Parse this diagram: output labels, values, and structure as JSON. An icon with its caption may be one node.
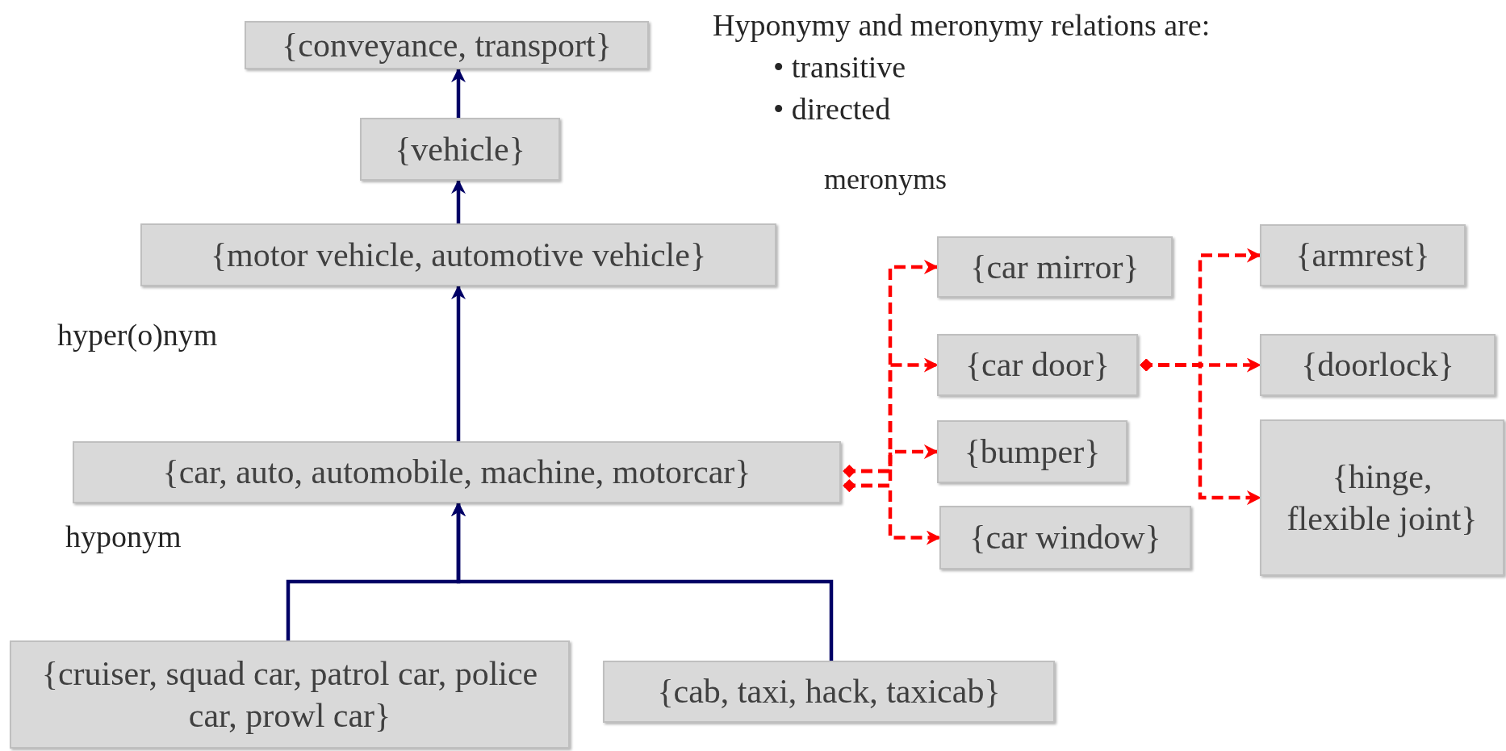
{
  "diagram": {
    "nodes": [
      {
        "text": [
          "{conveyance, transport}"
        ]
      },
      {
        "text": [
          "{vehicle}"
        ]
      },
      {
        "text": [
          "{motor vehicle, automotive vehicle}"
        ]
      },
      {
        "text": [
          "{car, auto, automobile, machine, motorcar}"
        ]
      },
      {
        "text": [
          "{cruiser, squad car, patrol car, police car, prowl car}"
        ]
      },
      {
        "text": [
          "{cab, taxi, hack, taxicab}"
        ]
      },
      {
        "text": [
          "{car mirror}"
        ]
      },
      {
        "text": [
          "{car door}"
        ]
      },
      {
        "text": [
          "{bumper}"
        ]
      },
      {
        "text": [
          "{car window}"
        ]
      },
      {
        "text": [
          "{armrest}"
        ]
      },
      {
        "text": [
          "{doorlock}"
        ]
      },
      {
        "text": [
          "{hinge, flexible joint}"
        ]
      }
    ],
    "edges": [
      {
        "from": 1,
        "to": 0,
        "arrow": "to",
        "color": "#000066"
      },
      {
        "from": 2,
        "to": 1,
        "arrow": "to",
        "color": "#000066"
      },
      {
        "from": 3,
        "to": 2,
        "arrow": "to",
        "color": "#000066"
      },
      {
        "from": 4,
        "to": 3,
        "arrow": "to",
        "color": "#000066"
      },
      {
        "from": 5,
        "to": 3,
        "arrow": "to",
        "color": "#000066"
      },
      {
        "from": 3,
        "to": 6,
        "arrow": "to",
        "style": "dashed"
      },
      {
        "from": 3,
        "to": 7,
        "arrow": "to",
        "style": "dashed"
      },
      {
        "from": 3,
        "to": 8,
        "arrow": "to",
        "style": "dashed"
      },
      {
        "from": 3,
        "to": 9,
        "arrow": "to",
        "style": "dashed"
      },
      {
        "from": 7,
        "to": 10,
        "arrow": "to",
        "style": "dashed"
      },
      {
        "from": 7,
        "to": 11,
        "arrow": "to",
        "style": "dashed"
      },
      {
        "from": 7,
        "to": 12,
        "arrow": "to",
        "style": "dashed"
      }
    ],
    "labels": [
      "Hyponymy and meronymy relations are:",
      "• transitive",
      "• directed",
      "meronyms",
      "hyper(o)nym",
      "hyponym"
    ]
  }
}
